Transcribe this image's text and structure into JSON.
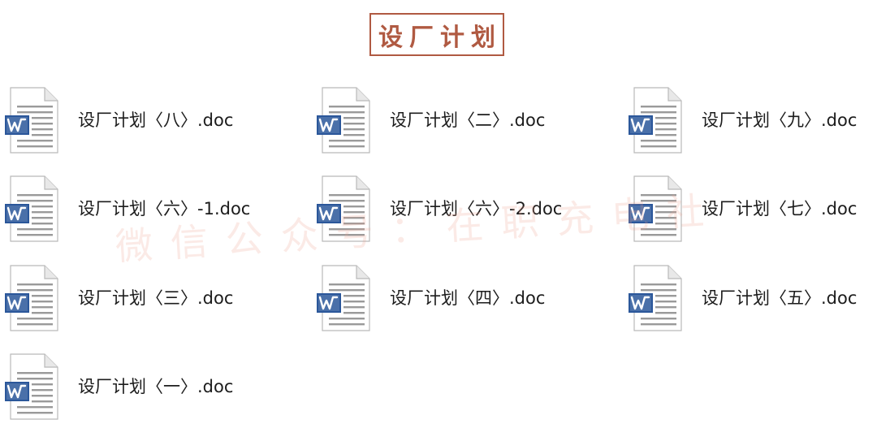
{
  "title": "设厂计划",
  "watermark": "微信公众号：在职充电社",
  "files": [
    {
      "name": "设厂计划〈八〉.doc",
      "icon": "word-doc-icon"
    },
    {
      "name": "设厂计划〈二〉.doc",
      "icon": "word-doc-icon"
    },
    {
      "name": "设厂计划〈九〉.doc",
      "icon": "word-doc-icon"
    },
    {
      "name": "设厂计划〈六〉-1.doc",
      "icon": "word-doc-icon"
    },
    {
      "name": "设厂计划〈六〉-2.doc",
      "icon": "word-doc-icon"
    },
    {
      "name": "设厂计划〈七〉.doc",
      "icon": "word-doc-icon"
    },
    {
      "name": "设厂计划〈三〉.doc",
      "icon": "word-doc-icon"
    },
    {
      "name": "设厂计划〈四〉.doc",
      "icon": "word-doc-icon"
    },
    {
      "name": "设厂计划〈五〉.doc",
      "icon": "word-doc-icon"
    },
    {
      "name": "设厂计划〈一〉.doc",
      "icon": "word-doc-icon"
    }
  ],
  "colors": {
    "title": "#b05a42",
    "word_blue": "#2b579a"
  }
}
